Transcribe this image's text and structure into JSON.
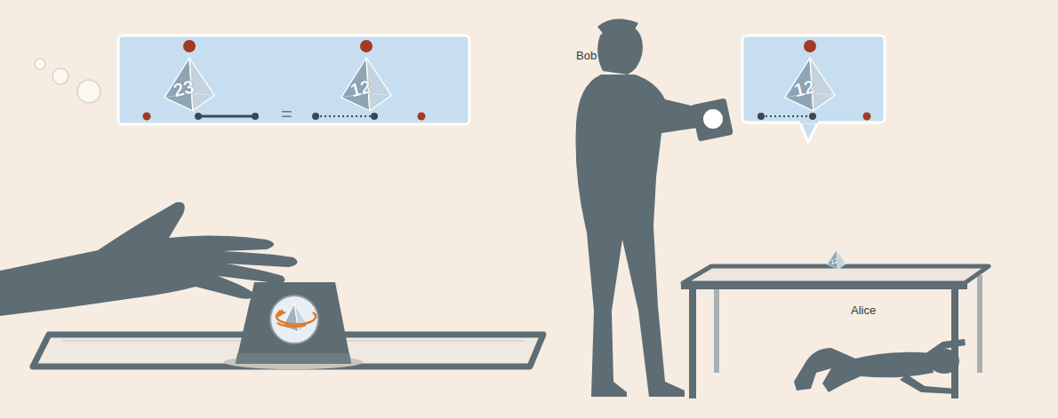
{
  "diagram": {
    "nodes": [
      {
        "text": [
          "23"
        ]
      },
      {
        "text": [
          "12"
        ]
      },
      {
        "text": [
          "12"
        ]
      },
      {
        "text": [
          "12"
        ]
      }
    ],
    "labels": [
      "=",
      "Bob",
      "Alice"
    ]
  }
}
